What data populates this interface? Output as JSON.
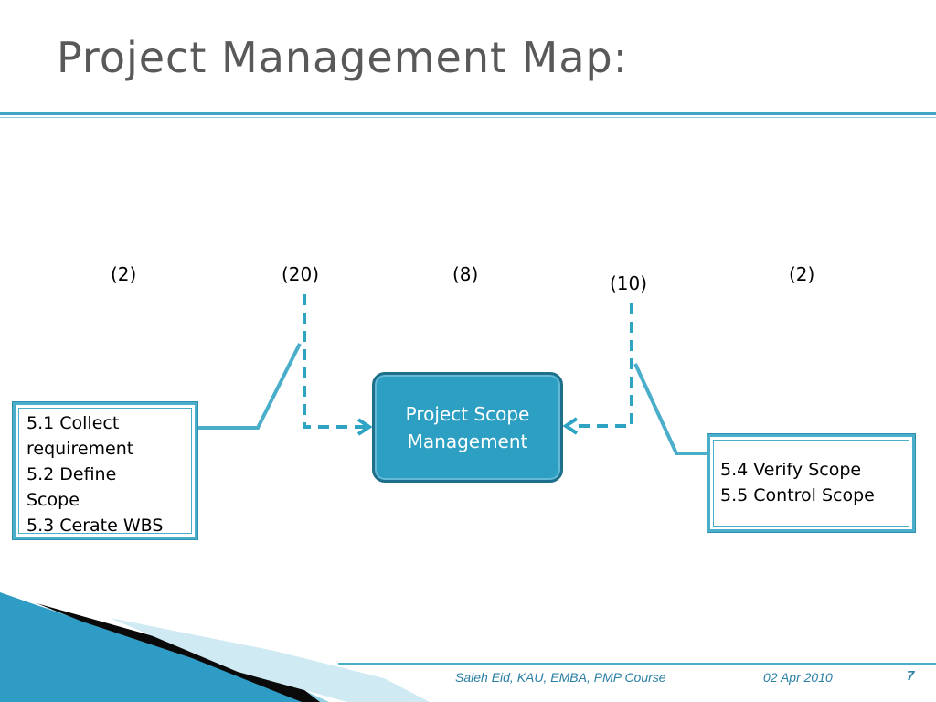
{
  "slide": {
    "title": "Project Management Map:",
    "counts": [
      "(2)",
      "(20)",
      "(8)",
      "(10)",
      "(2)"
    ],
    "left_box": {
      "lines": [
        "5.1 Collect",
        "requirement",
        "5.2 Define",
        "Scope",
        "5.3 Cerate WBS"
      ]
    },
    "center_box": {
      "lines": [
        "Project Scope",
        "Management"
      ]
    },
    "right_box": {
      "lines": [
        "5.4 Verify Scope",
        "5.5 Control Scope"
      ]
    },
    "footer": {
      "author": "Saleh Eid, KAU, EMBA, PMP Course",
      "date": "02 Apr 2010",
      "page": "7"
    }
  },
  "colors": {
    "accent": "#3ea6c4",
    "center_fill": "#2d9fc2",
    "dash": "#2fa3c4",
    "title": "#595959"
  }
}
